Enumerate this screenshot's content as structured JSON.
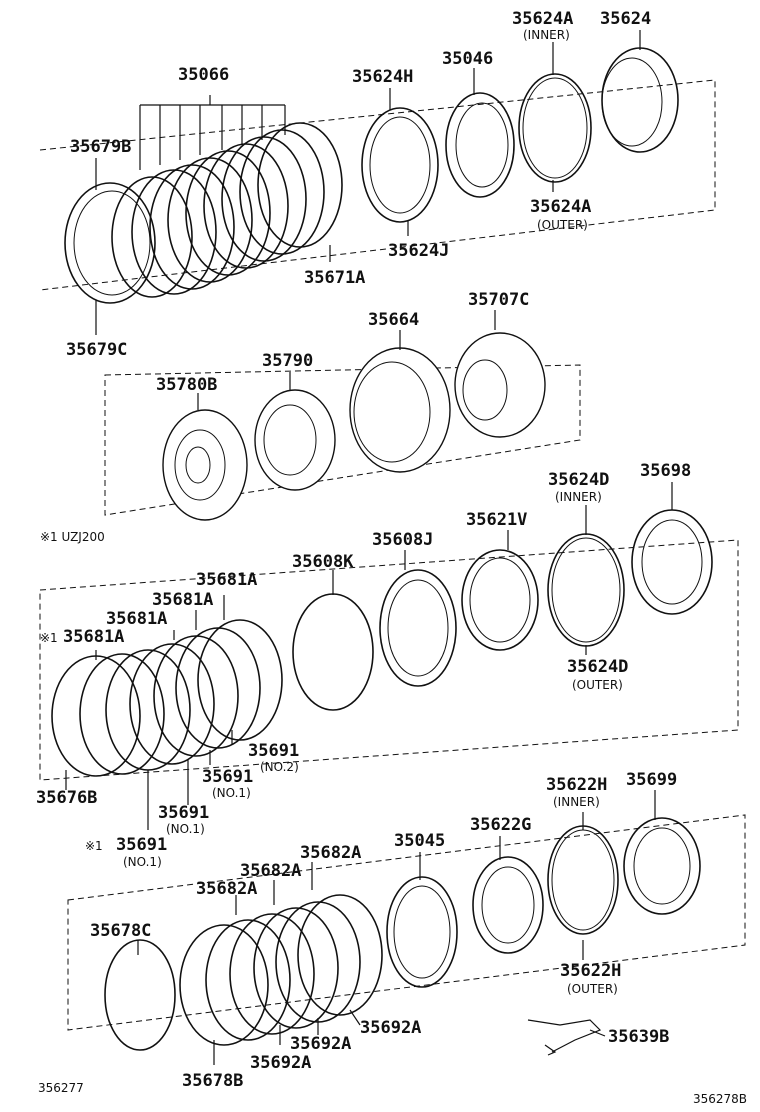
{
  "labels": {
    "p35066": "35066",
    "p35679B": "35679B",
    "p35679C": "35679C",
    "p35671A": "35671A",
    "p35624H": "35624H",
    "p35624J": "35624J",
    "p35046": "35046",
    "p35624A_inner": "35624A",
    "p35624A_inner_note": "(INNER)",
    "p35624": "35624",
    "p35624A_outer": "35624A",
    "p35624A_outer_note": "(OUTER)",
    "p35664": "35664",
    "p35707C": "35707C",
    "p35790": "35790",
    "p35780B": "35780B",
    "note1": "※1  UZJ200",
    "p35624D_inner": "35624D",
    "p35624D_inner_note": "(INNER)",
    "p35698": "35698",
    "p35621V": "35621V",
    "p35608J": "35608J",
    "p35608K": "35608K",
    "p35681A_1": "35681A",
    "p35681A_2": "35681A",
    "p35681A_3": "35681A",
    "p35681A_4": "35681A",
    "p35681A_4_mark": "※1",
    "p35624D_outer": "35624D",
    "p35624D_outer_note": "(OUTER)",
    "p35691_1": "35691",
    "p35691_1_note": "(NO.2)",
    "p35691_2": "35691",
    "p35691_2_note": "(NO.1)",
    "p35691_3": "35691",
    "p35691_3_note": "(NO.1)",
    "p35691_4": "35691",
    "p35691_4_note": "(NO.1)",
    "p35691_4_mark": "※1",
    "p35676B": "35676B",
    "p35622H_inner": "35622H",
    "p35622H_inner_note": "(INNER)",
    "p35699": "35699",
    "p35045": "35045",
    "p35622G": "35622G",
    "p35682A_1": "35682A",
    "p35682A_2": "35682A",
    "p35682A_3": "35682A",
    "p35678C": "35678C",
    "p35622H_outer": "35622H",
    "p35622H_outer_note": "(OUTER)",
    "p35639B": "35639B",
    "p35692A_1": "35692A",
    "p35692A_2": "35692A",
    "p35692A_3": "35692A",
    "p35678B": "35678B",
    "footer_left": "356277",
    "footer_right": "356278B"
  }
}
